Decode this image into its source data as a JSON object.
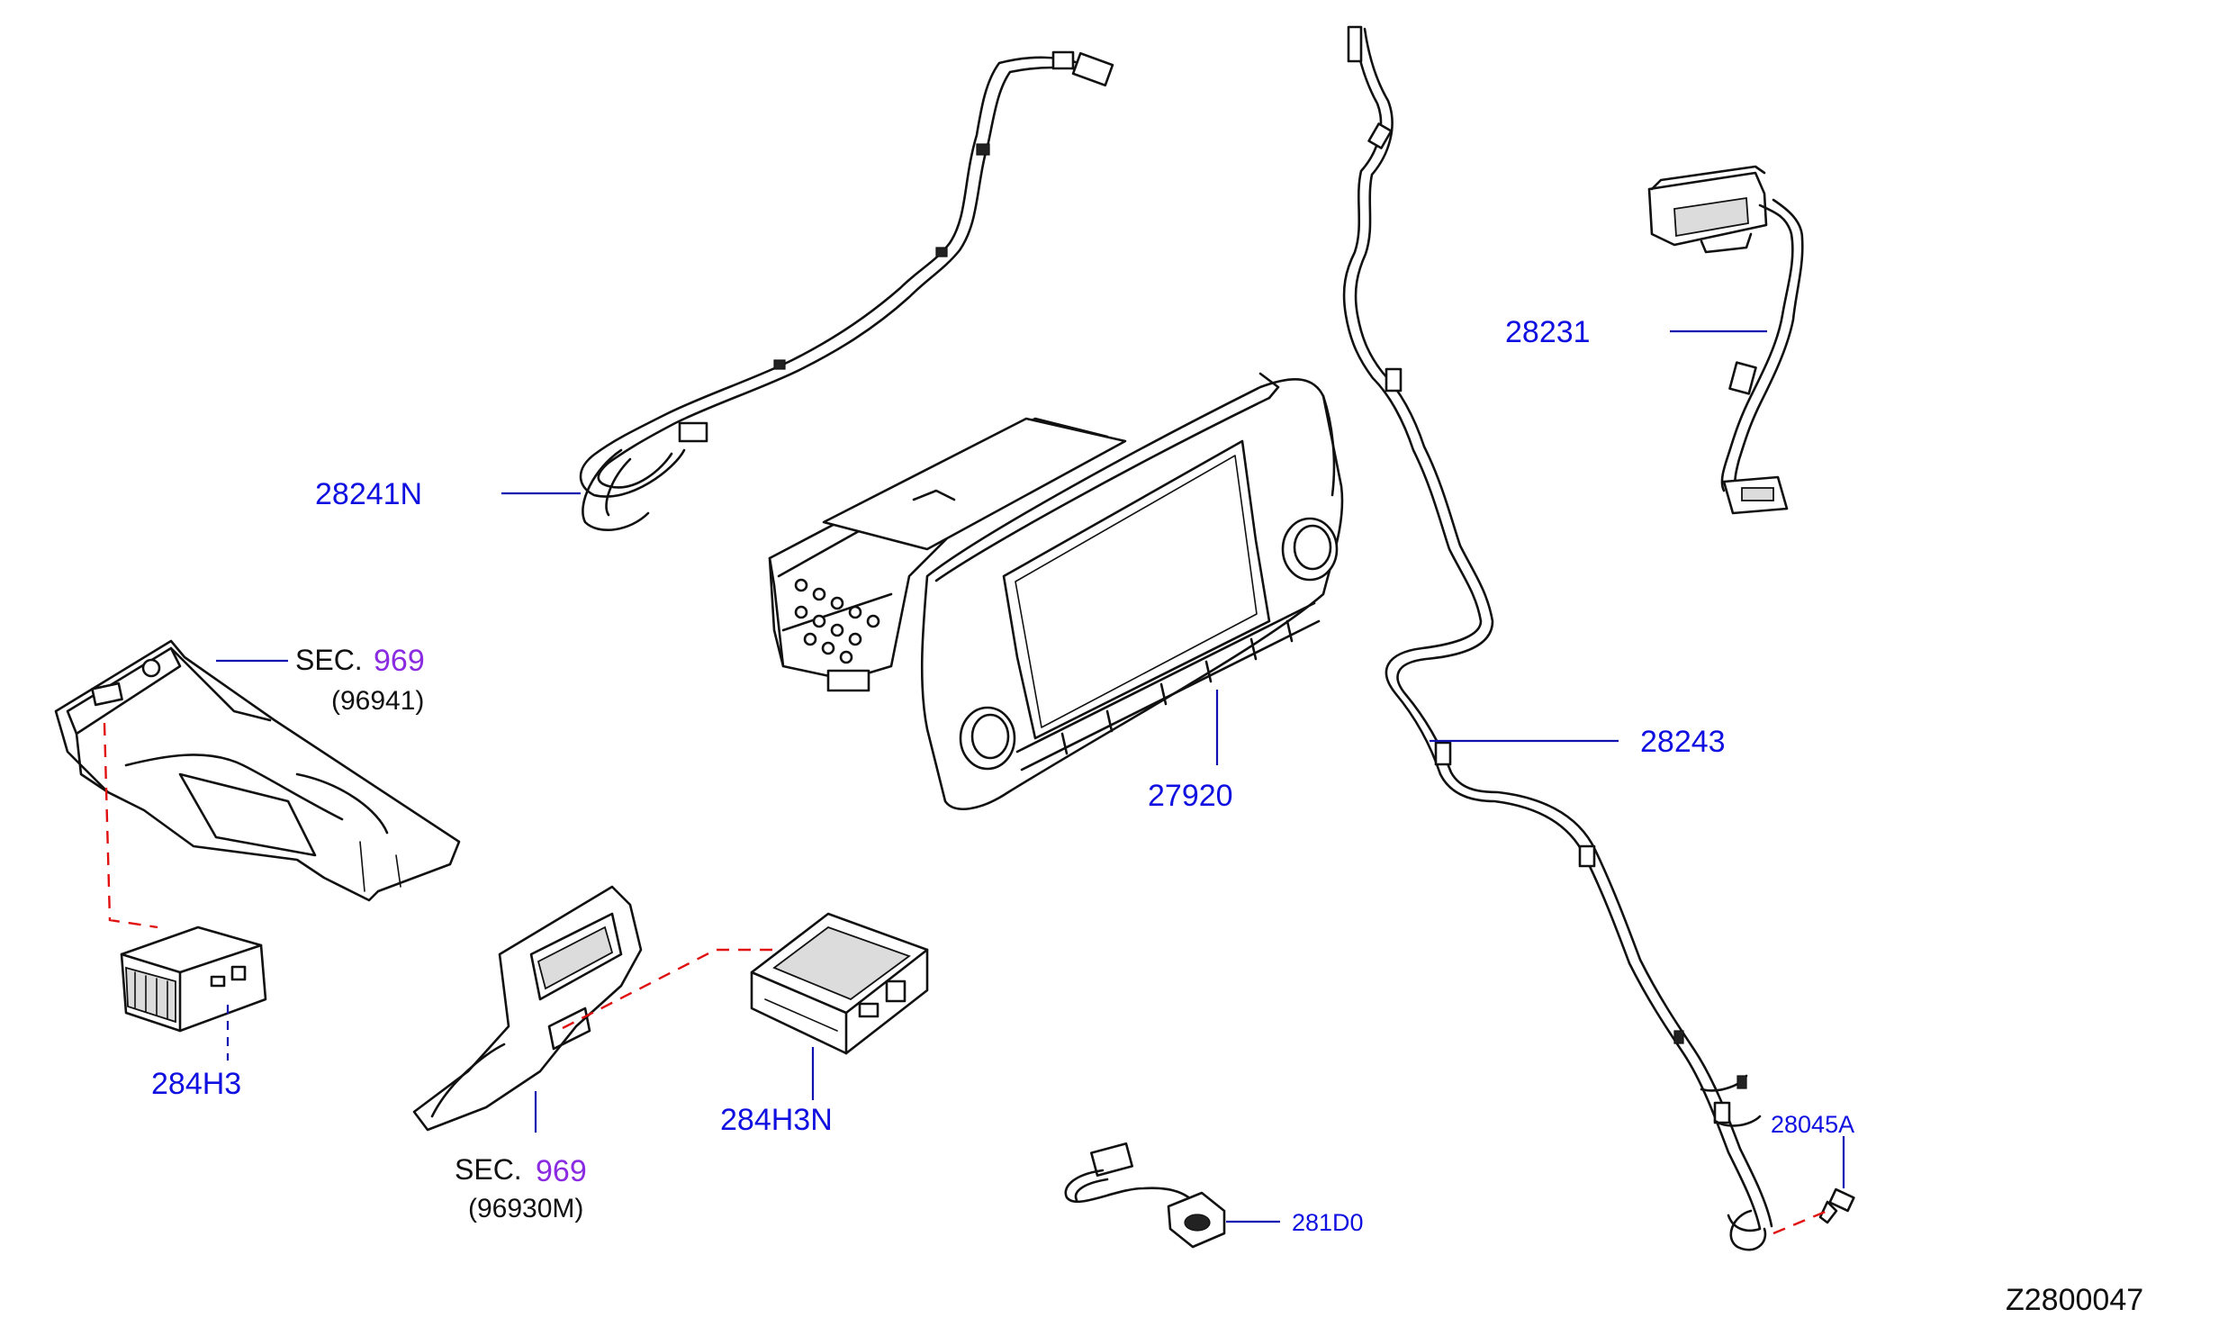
{
  "diagram_code": "Z2800047",
  "parts": {
    "harness_28241N": "28241N",
    "unit_28231": "28231",
    "audio_27920": "27920",
    "harness_28243": "28243",
    "usb_284H3": "284H3",
    "usb_284H3N": "284H3N",
    "mic_281D0": "281D0",
    "bolt_28045A": "28045A"
  },
  "section_refs": [
    {
      "prefix": "SEC.",
      "number": "969",
      "sub": "(96941)"
    },
    {
      "prefix": "SEC.",
      "number": "969",
      "sub": "(96930M)"
    }
  ]
}
